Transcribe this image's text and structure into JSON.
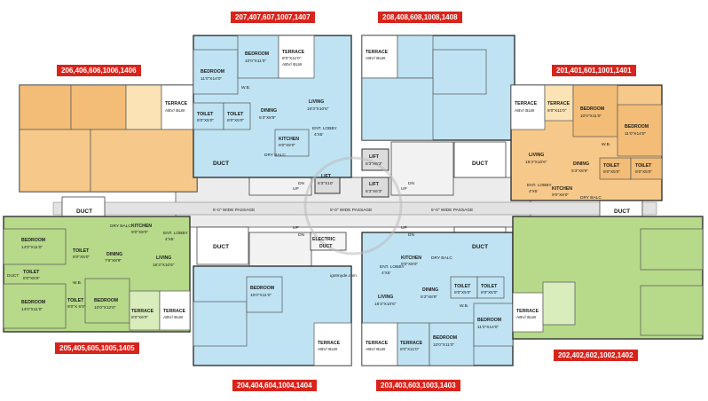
{
  "unit_labels": {
    "top_left_a": "206,406,606,1006,1406",
    "top_left_b": "207,407,607,1007,1407",
    "top_right_a": "208,408,608,1008,1408",
    "top_right_b": "201,401,601,1001,1401",
    "bottom_left_a": "205,405,605,1005,1405",
    "bottom_left_b": "204,404,604,1004,1404",
    "bottom_right_a": "203,403,603,1003,1403",
    "bottom_right_b": "202,402,602,1002,1402"
  },
  "common": {
    "duct": "DUCT",
    "passage": "5'-0\" WIDE PASSAGE",
    "lift": "LIFT",
    "lift_dim": "6'3\"X6'3\"",
    "lift_dim_b": "6'3\"X10'",
    "up": "UP",
    "dn": "DN",
    "electric": "ELECTRIC",
    "duct_word": "DUCT",
    "watermark": "igotmyde.com"
  },
  "rooms": {
    "bedroom": "BEDROOM",
    "toilet": "TOILET",
    "terrace": "TERRACE",
    "abv_blw": "ABV/ BLW",
    "living": "LIVING",
    "dining": "DINING",
    "kitchen": "KITCHEN",
    "wb": "W.B.",
    "ent_lobby": "ENT. LOBBY",
    "dry_balc": "DRY BALC"
  },
  "dims": {
    "bed_11x14": "11'0\"X14'0\"",
    "bed_10x11": "10'0\"X11'0\"",
    "bed_14x11": "14'0\"X11'0\"",
    "bed_10x12": "10'0\"X12'0\"",
    "terrace_8x11": "8'0\"X11'0\"",
    "terrace_8x6": "8'0\"X6'0\"",
    "toilet_8x5": "8'0\"X5'0\"",
    "toilet_8x56": "8'0\"X5'6\"",
    "toilet_8x5b": "8'0\"X 5'0\"",
    "dining_53x89": "5'3\"X8'9\"",
    "dining_76x89": "7'6\"X8'9\"",
    "living_163x106": "16'3\"X10'6\"",
    "kitchen_9x8": "9'0\"X8'0\"",
    "lobby_4x5": "4'X5'",
    "dry_4x4": "4'X4'"
  }
}
